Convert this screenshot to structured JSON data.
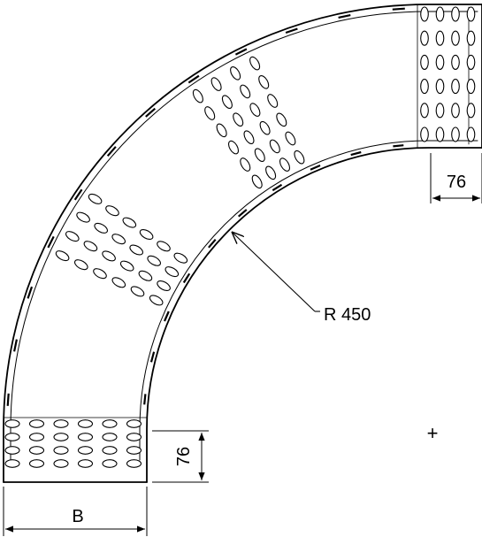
{
  "drawing": {
    "type": "cable-tray-bend-90-deg",
    "line_color": "#000000",
    "background": "#ffffff",
    "labels": {
      "radius": "R 450",
      "width": "B",
      "height_top": "76",
      "height_bottom": "76"
    },
    "center_mark": "+"
  }
}
